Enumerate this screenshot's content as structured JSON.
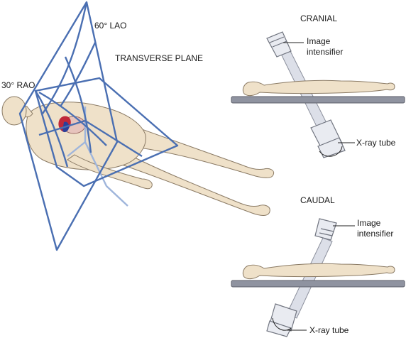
{
  "labels": {
    "lao": "60° LAO",
    "rao": "30° RAO",
    "transverse_plane": "TRANSVERSE PLANE",
    "cranial": "CRANIAL",
    "caudal": "CAUDAL",
    "cranial_intensifier_line1": "Image",
    "cranial_intensifier_line2": "intensifier",
    "cranial_tube": "X-ray tube",
    "caudal_intensifier_line1": "Image",
    "caudal_intensifier_line2": "intensifier",
    "caudal_tube": "X-ray tube"
  },
  "colors": {
    "plane": "#4a6fb2",
    "skin": "#efe1c9",
    "table": "#8f93a0",
    "heart_red": "#c0283a",
    "heart_blue": "#2c3f9a"
  }
}
